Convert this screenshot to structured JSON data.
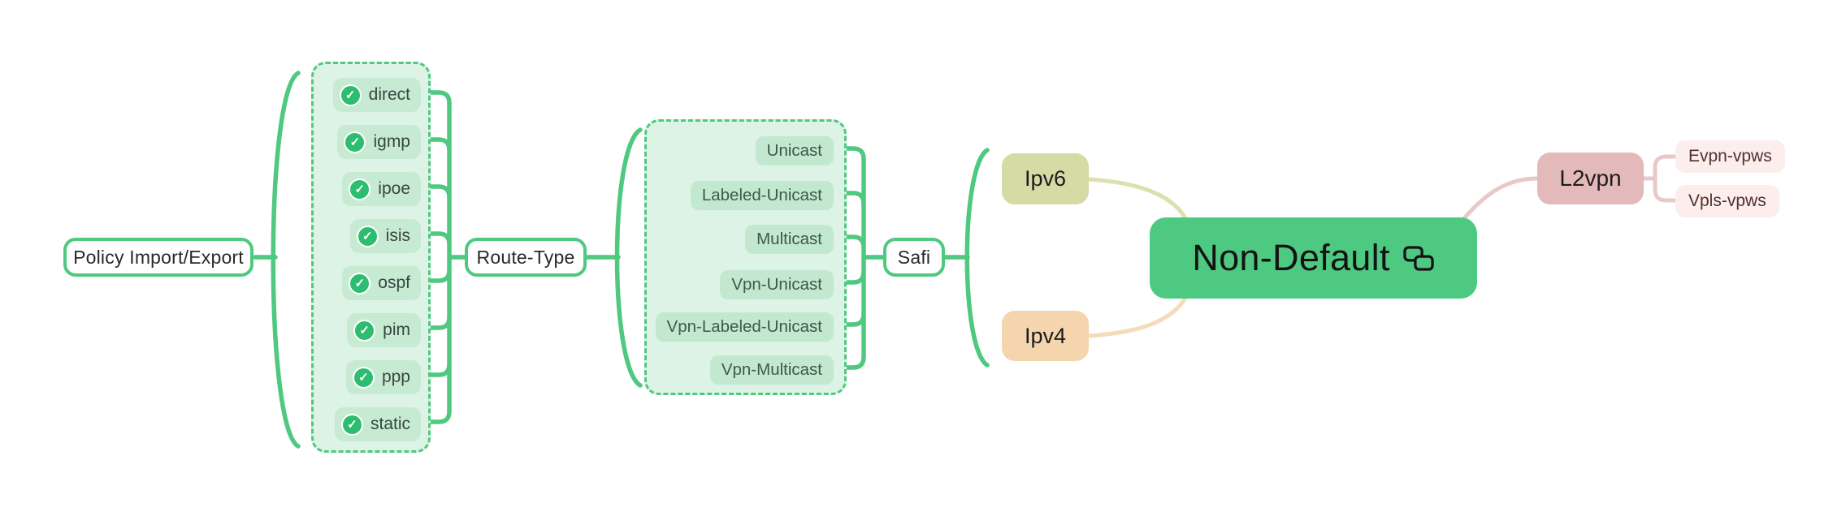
{
  "diagram": {
    "root": {
      "label": "Non-Default",
      "icon": "copy-icon",
      "fill": "#4ec981"
    },
    "nodes": {
      "policy": {
        "label": "Policy Import/Export"
      },
      "route_type": {
        "label": "Route-Type"
      },
      "safi": {
        "label": "Safi"
      },
      "ipv6": {
        "label": "Ipv6",
        "fill": "#d6daa4"
      },
      "ipv4": {
        "label": "Ipv4",
        "fill": "#f5d5ad"
      },
      "l2vpn": {
        "label": "L2vpn",
        "fill": "#e3b9b9"
      }
    },
    "route_types": [
      {
        "label": "direct",
        "checked": true
      },
      {
        "label": "igmp",
        "checked": true
      },
      {
        "label": "ipoe",
        "checked": true
      },
      {
        "label": "isis",
        "checked": true
      },
      {
        "label": "ospf",
        "checked": true
      },
      {
        "label": "pim",
        "checked": true
      },
      {
        "label": "ppp",
        "checked": true
      },
      {
        "label": "static",
        "checked": true
      }
    ],
    "safi_types": [
      "Unicast",
      "Labeled-Unicast",
      "Multicast",
      "Vpn-Unicast",
      "Vpn-Labeled-Unicast",
      "Vpn-Multicast"
    ],
    "l2vpn_children": [
      "Evpn-vpws",
      "Vpls-vpws"
    ],
    "check_glyph": "✓",
    "colors": {
      "accent_green": "#4fc880",
      "group_fill": "#dcf3e5",
      "check_pill_fill": "#c7ead3",
      "safi_pill_fill": "#c3e8d0",
      "check_circle_fill": "#2dbd71",
      "root_fill": "#4ec981",
      "ipv6_fill": "#d6daa4",
      "ipv4_fill": "#f5d5ad",
      "l2vpn_fill": "#e3b9b9",
      "leaf_pink_fill": "#fbeeec",
      "pink_line": "#e8c9c7",
      "olive_line": "#dde0ae",
      "tan_line": "#f4dcba"
    }
  }
}
